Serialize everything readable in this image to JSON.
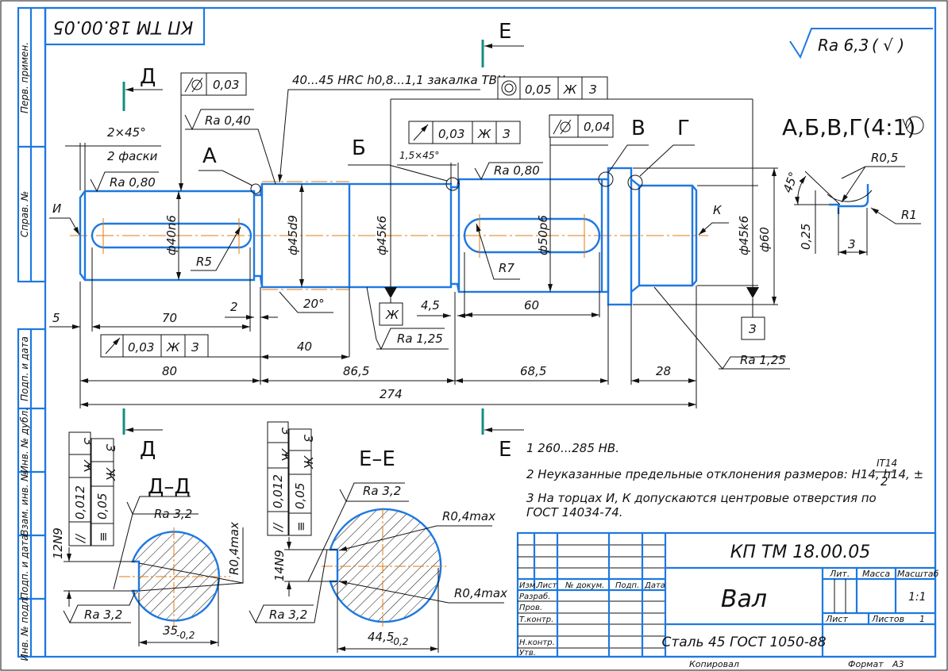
{
  "stamp": {
    "code": "КП ТМ 18.00.05"
  },
  "side_strip": [
    "Перв. примен.",
    "Справ. №",
    "Подп. и дата",
    "Инв. № дубл.",
    "Взам. инв. №",
    "Подп. и дата",
    "Инв. № подл."
  ],
  "roughness_general": {
    "value": "Ra 6,3",
    "suffix": "( √ )"
  },
  "detail": {
    "title": "А,Б,В,Г(4:1)",
    "r05": "R0,5",
    "r1": "R1",
    "angle": "45°",
    "depth": "0,25",
    "width": "3"
  },
  "section_marks": {
    "d": "Д",
    "e": "Е"
  },
  "views": {
    "labels": {
      "a": "А",
      "b": "Б",
      "v": "В",
      "g": "Г",
      "i": "И",
      "k": "К"
    },
    "hardening": "40...45 HRC h0,8...1,1 закалка ТВЧ",
    "chamfer1": "2×45°",
    "chamfer1_note": "2 фаски",
    "chamfer2": "1,5×45°",
    "ra": {
      "r040": "Ra 0,40",
      "r080a": "Ra 0,80",
      "r080b": "Ra 0,80",
      "r125a": "Ra 1,25",
      "r125b": "Ra 1,25"
    },
    "diameters": [
      "ф40n6",
      "ф45d9",
      "ф45k6",
      "ф50p6",
      "ф45k6",
      "ф60"
    ],
    "radii": {
      "r5": "R5",
      "r7": "R7"
    },
    "angle": "20°",
    "dims": {
      "d5": "5",
      "d70": "70",
      "d2": "2",
      "d45": "4,5",
      "d60": "60",
      "d40": "40",
      "d80": "80",
      "d865": "86,5",
      "d685": "68,5",
      "d28": "28",
      "d274": "274"
    },
    "frames": {
      "cyl1": {
        "value": "0,03"
      },
      "coax": {
        "value": "0,05",
        "base1": "Ж",
        "base2": "З"
      },
      "runout_mid": {
        "value": "0,03",
        "base1": "Ж",
        "base2": "З"
      },
      "cyl2": {
        "value": "0,04"
      },
      "runout_bottom": {
        "value": "0,03",
        "base1": "Ж",
        "base2": "З"
      }
    },
    "datums": {
      "zh": "Ж",
      "z": "З"
    }
  },
  "sections": {
    "dd": {
      "title": "Д–Д",
      "width": "12N9",
      "ra_top": "Ra 3,2",
      "ra_bottom": "Ra 3,2",
      "radius": "R0,4max",
      "size": "35",
      "size_tol": "-0,2",
      "parallel": {
        "symbol": "//",
        "value": "0,012",
        "base1": "Ж",
        "base2": "З"
      },
      "symmetry": {
        "symbol": "≡",
        "value": "0,05",
        "base1": "Ж",
        "base2": "З"
      }
    },
    "ee": {
      "title": "Е–Е",
      "width": "14N9",
      "ra_top": "Ra 3,2",
      "ra_bottom": "Ra 3,2",
      "radius_top": "R0,4max",
      "radius_bottom": "R0,4max",
      "size": "44,5",
      "size_tol": "-0,2",
      "parallel": {
        "symbol": "//",
        "value": "0,012",
        "base1": "Ж",
        "base2": "З"
      },
      "symmetry": {
        "symbol": "≡",
        "value": "0,05",
        "base1": "Ж",
        "base2": "З"
      }
    }
  },
  "notes": {
    "n1": "1 260...285 HB.",
    "n2": "2 Неуказанные предельные отклонения размеров: H14, h14, ±",
    "n2_num": "IT14",
    "n2_den": "2",
    "n3a": "3 На торцах И, К допускаются центровые отверстия по",
    "n3b": "ГОСТ 14034-74."
  },
  "title_block": {
    "code": "КП ТМ 18.00.05",
    "name": "Вал",
    "material": "Сталь 45 ГОСТ 1050-88",
    "headers": {
      "izm": "Изм.",
      "list": "Лист",
      "doc": "№ докум.",
      "sign": "Подп.",
      "date": "Дата"
    },
    "roles": [
      "Разраб.",
      "Пров.",
      "Т.контр.",
      "",
      "Н.контр.",
      "Утв."
    ],
    "lit_label": "Лит.",
    "mass_label": "Масса",
    "scale_label": "Масштаб",
    "scale": "1:1",
    "sheet_label": "Лист",
    "sheets_label": "Листов",
    "sheets": "1",
    "copied": "Копировал",
    "format_label": "Формат",
    "format": "A3"
  }
}
